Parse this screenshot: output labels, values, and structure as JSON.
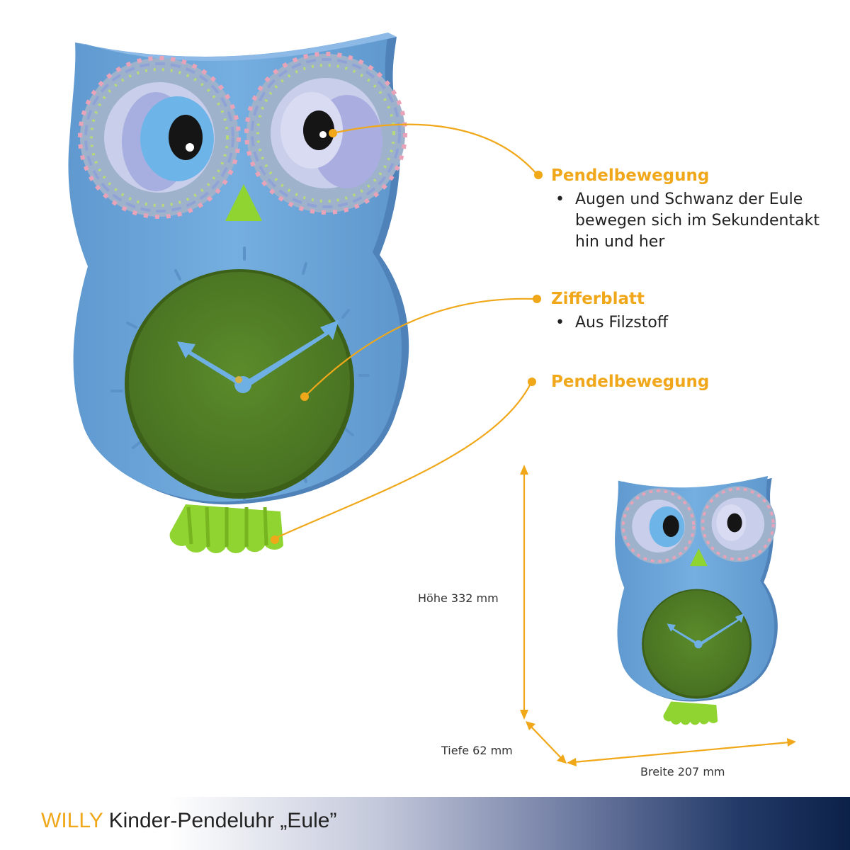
{
  "callouts": [
    {
      "title": "Pendelbewegung",
      "bullets": [
        "Augen und Schwanz der Eule bewegen sich im Sekundentakt hin und her"
      ]
    },
    {
      "title": "Zifferblatt",
      "bullets": [
        "Aus Filzstoff"
      ]
    },
    {
      "title": "Pendelbewegung",
      "bullets": []
    }
  ],
  "dimensions": {
    "height": "Höhe 332 mm",
    "depth": "Tiefe 62 mm",
    "width": "Breite 207 mm"
  },
  "footer": {
    "brand": "WILLY",
    "title": "Kinder-Pendeluhr „Eule”"
  },
  "colors": {
    "accent": "#f0a81a",
    "owl_body": "#6fa8dc",
    "felt": "#4f7d24",
    "tail": "#8fd431",
    "footer_dark": "#0c2148"
  }
}
